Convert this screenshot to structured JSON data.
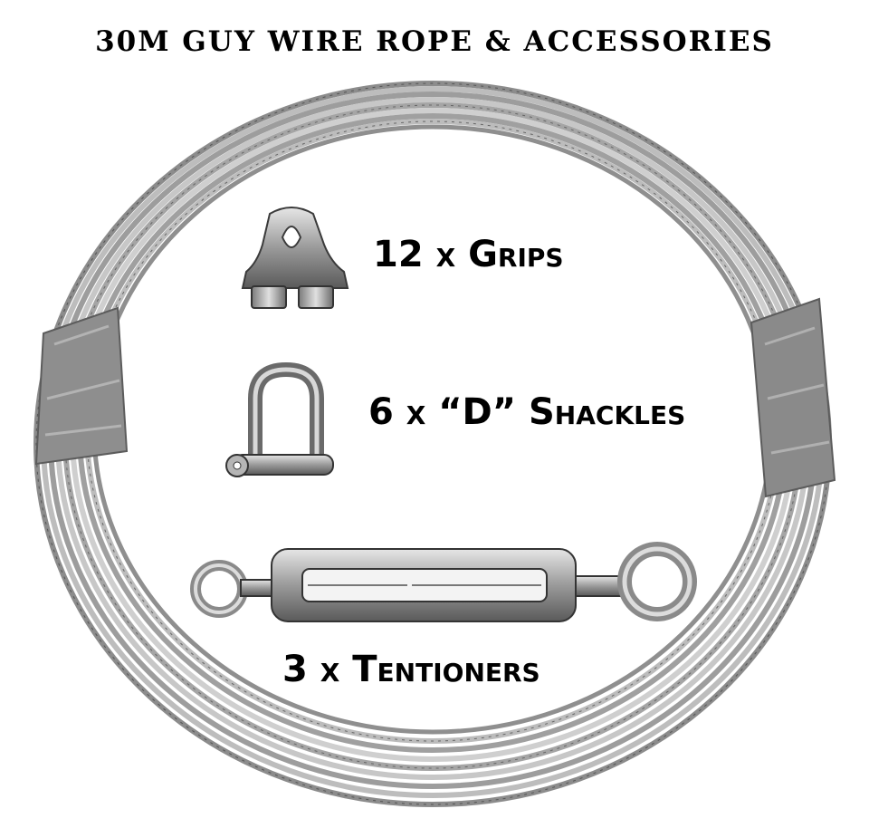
{
  "title": "30M GUY WIRE ROPE & ACCESSORIES",
  "items": [
    {
      "label": "12 x Grips",
      "icon": "wire-rope-grip-icon"
    },
    {
      "label": "6 x “D” Shackles",
      "icon": "d-shackle-icon"
    },
    {
      "label": "3 x Tentioners",
      "icon": "turnbuckle-icon"
    }
  ],
  "colors": {
    "background": "#ffffff",
    "text": "#000000",
    "steel": "#a9a9a9",
    "tape": "#8f8f8f"
  }
}
